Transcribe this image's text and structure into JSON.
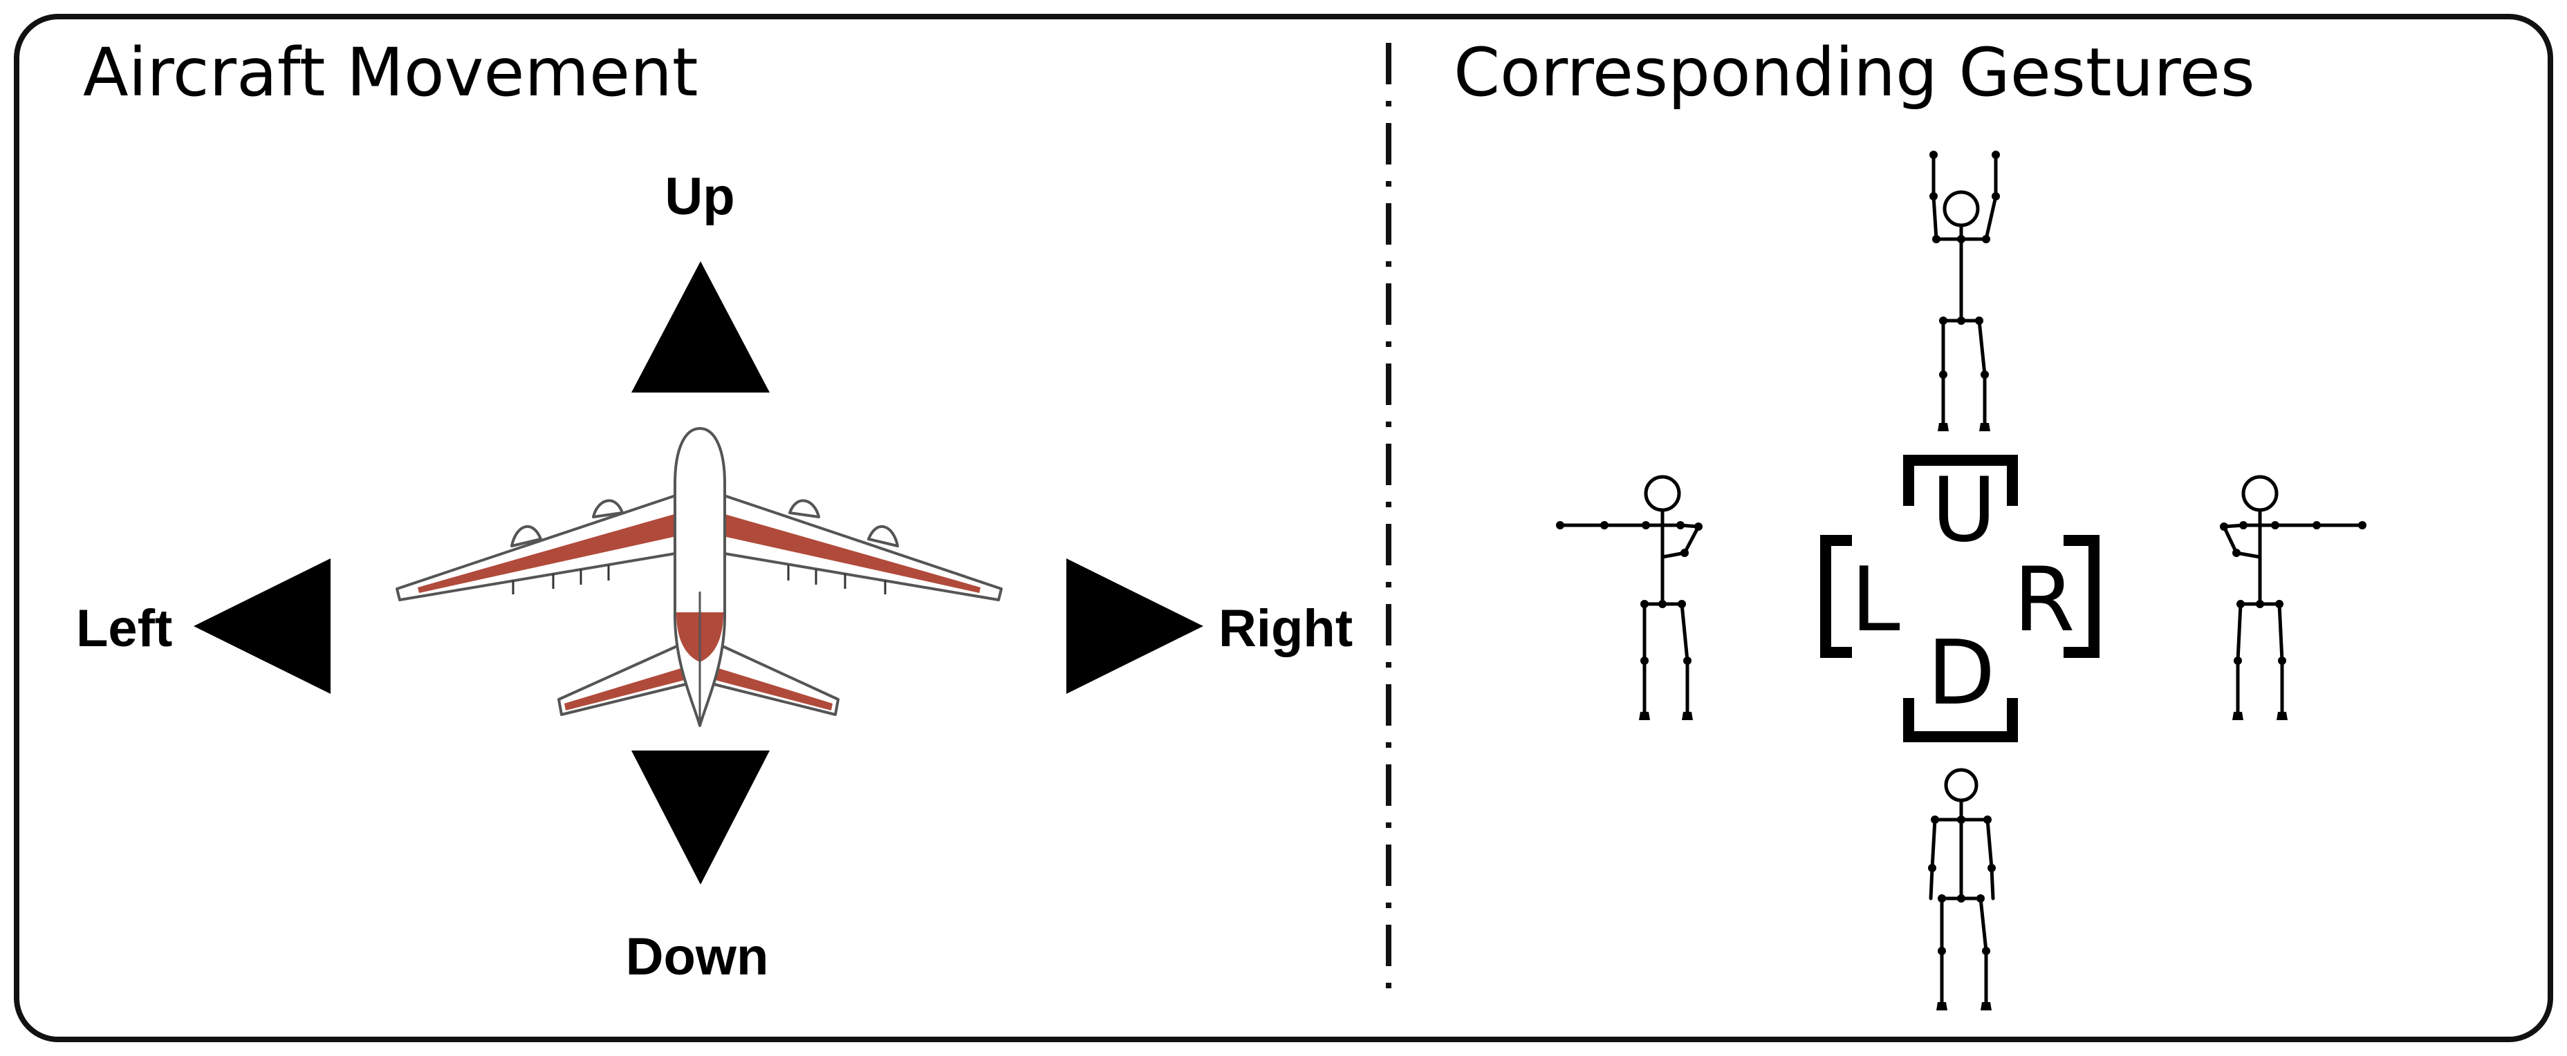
{
  "left_panel": {
    "title": "Aircraft Movement",
    "directions": {
      "up": "Up",
      "down": "Down",
      "left": "Left",
      "right": "Right"
    },
    "arrow_icon": "triangle-arrow-icon",
    "aircraft_icon": "airplane-top-view-icon"
  },
  "right_panel": {
    "title": "Corresponding Gestures",
    "codes": {
      "up": "U",
      "down": "D",
      "left": "L",
      "right": "R"
    },
    "gesture_icon": "stick-figure-icon"
  },
  "colors": {
    "frame": "#111111",
    "arrow": "#000000",
    "wing_stripe": "#b04a3a",
    "aircraft_body": "#ffffff",
    "aircraft_outline": "#555555"
  }
}
